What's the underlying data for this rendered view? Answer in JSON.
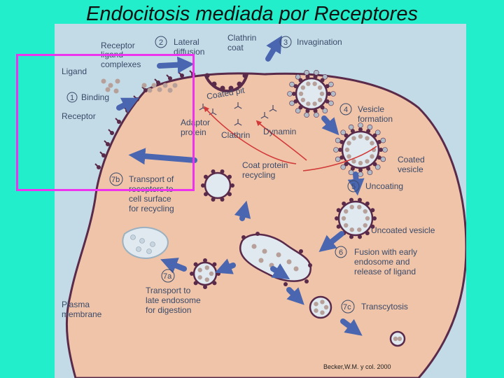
{
  "title": "Endocitosis mediada por Receptores",
  "credit": "Becker,W.M. y col. 2000",
  "colors": {
    "background": "#22eecc",
    "panel": "#c3dbe6",
    "cell": "#f0c4a8",
    "arrow": "#4a66b0",
    "highlight": "#ee33ee",
    "receptor": "#5a2a4a",
    "ligand": "#b8a09a"
  },
  "labels": {
    "receptor_ligand": [
      "Receptor",
      "ligand",
      "complexes"
    ],
    "ligand": "Ligand",
    "binding_num": "1",
    "binding": "Binding",
    "receptor": "Receptor",
    "lateral_num": "2",
    "lateral": [
      "Lateral",
      "diffusion"
    ],
    "clathrin_coat": [
      "Clathrin",
      "coat"
    ],
    "invagination_num": "3",
    "invagination": "Invagination",
    "coated_pit": "Coated pit",
    "adaptor": [
      "Adaptor",
      "protein"
    ],
    "clathrin": "Clathrin",
    "dynamin": "Dynamin",
    "vesicle_formation_num": "4",
    "vesicle_formation": [
      "Vesicle",
      "formation"
    ],
    "coated_vesicle": [
      "Coated",
      "vesicle"
    ],
    "coat_recycling": [
      "Coat protein",
      "recycling"
    ],
    "transport_num": "7b",
    "transport": [
      "Transport of",
      "receptors to",
      "cell surface",
      "for recycling"
    ],
    "uncoating_num": "5",
    "uncoating": "Uncoating",
    "uncoated_vesicle": "Uncoated vesicle",
    "fusion_num": "6",
    "fusion": [
      "Fusion with early",
      "endosome and",
      "release of ligand"
    ],
    "late_endosome_num": "7a",
    "late_endosome": [
      "Transport to",
      "late endosome",
      "for digestion"
    ],
    "plasma_membrane": [
      "Plasma",
      "membrane"
    ],
    "transcytosis_num": "7c",
    "transcytosis": "Transcytosis"
  }
}
